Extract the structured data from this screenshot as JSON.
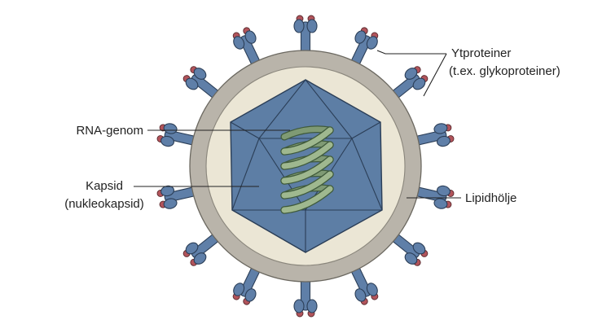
{
  "labels": {
    "surface_proteins_line1": "Ytproteiner",
    "surface_proteins_line2": "(t.ex. glykoproteiner)",
    "rna_genome": "RNA-genom",
    "capsid_line1": "Kapsid",
    "capsid_line2": "(nukleokapsid)",
    "lipid_envelope": "Lipidhölje"
  },
  "spike_count": 14,
  "helix_turns": 5,
  "colors": {
    "envelope_outer": "#b9b4aa",
    "envelope_inner": "#ebe6d5",
    "capsid_fill": "#5d7ea5",
    "capsid_edge": "#2b3e57",
    "spike": "#5f7fa8",
    "spike_tip": "#b2545b",
    "helix": "#9fb88f",
    "helix_edge": "#3f5a3b",
    "text": "#222222"
  }
}
